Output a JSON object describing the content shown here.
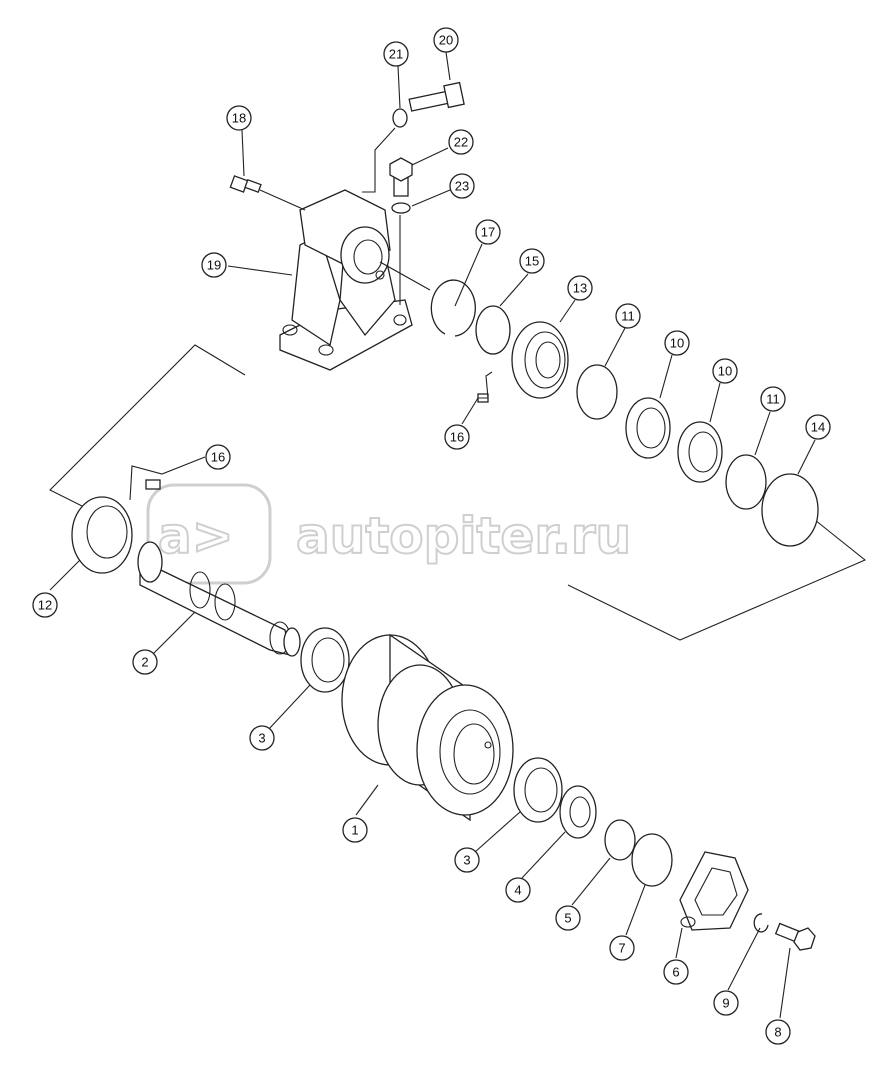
{
  "watermark": {
    "text": "autopiter.ru",
    "logo_glyph": "a>"
  },
  "callouts": [
    {
      "id": "c1",
      "num": "1"
    },
    {
      "id": "c2",
      "num": "2"
    },
    {
      "id": "c3a",
      "num": "3"
    },
    {
      "id": "c3b",
      "num": "3"
    },
    {
      "id": "c4",
      "num": "4"
    },
    {
      "id": "c5",
      "num": "5"
    },
    {
      "id": "c6",
      "num": "6"
    },
    {
      "id": "c7",
      "num": "7"
    },
    {
      "id": "c8",
      "num": "8"
    },
    {
      "id": "c9",
      "num": "9"
    },
    {
      "id": "c10a",
      "num": "10"
    },
    {
      "id": "c10b",
      "num": "10"
    },
    {
      "id": "c11a",
      "num": "11"
    },
    {
      "id": "c11b",
      "num": "11"
    },
    {
      "id": "c12",
      "num": "12"
    },
    {
      "id": "c13",
      "num": "13"
    },
    {
      "id": "c14",
      "num": "14"
    },
    {
      "id": "c15",
      "num": "15"
    },
    {
      "id": "c16a",
      "num": "16"
    },
    {
      "id": "c16b",
      "num": "16"
    },
    {
      "id": "c17",
      "num": "17"
    },
    {
      "id": "c18",
      "num": "18"
    },
    {
      "id": "c19",
      "num": "19"
    },
    {
      "id": "c20",
      "num": "20"
    },
    {
      "id": "c21",
      "num": "21"
    },
    {
      "id": "c22",
      "num": "22"
    },
    {
      "id": "c23",
      "num": "23"
    }
  ]
}
